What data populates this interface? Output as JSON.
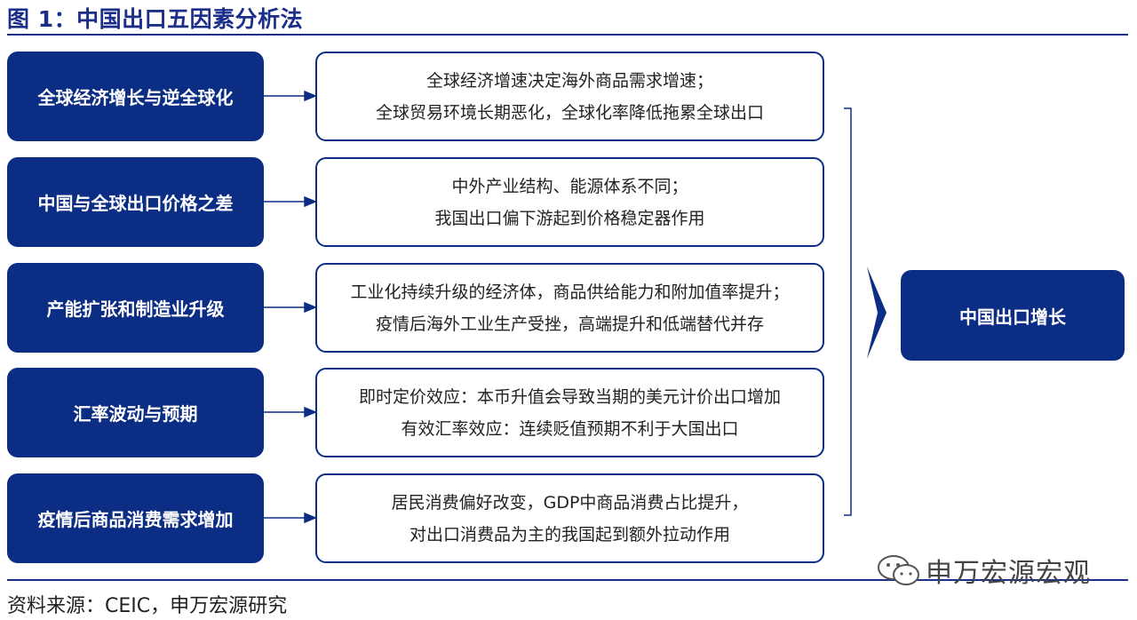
{
  "figure": {
    "title": "图 1：中国出口五因素分析法",
    "source": "资料来源：CEIC，申万宏源研究",
    "watermark": "申万宏源宏观"
  },
  "factors": [
    {
      "label": "全球经济增长与逆全球化",
      "desc": [
        "全球经济增速决定海外商品需求增速；",
        "全球贸易环境长期恶化，全球化率降低拖累全球出口"
      ]
    },
    {
      "label": "中国与全球出口价格之差",
      "desc": [
        "中外产业结构、能源体系不同；",
        "我国出口偏下游起到价格稳定器作用"
      ]
    },
    {
      "label": "产能扩张和制造业升级",
      "desc": [
        "工业化持续升级的经济体，商品供给能力和附加值率提升；",
        "疫情后海外工业生产受挫，高端提升和低端替代并存"
      ]
    },
    {
      "label": "汇率波动与预期",
      "desc": [
        "即时定价效应：本币升值会导致当期的美元计价出口增加",
        "有效汇率效应：连续贬值预期不利于大国出口"
      ]
    },
    {
      "label": "疫情后商品消费需求增加",
      "desc": [
        "居民消费偏好改变，GDP中商品消费占比提升，",
        "对出口消费品为主的我国起到额外拉动作用"
      ]
    }
  ],
  "result": {
    "label": "中国出口增长"
  },
  "colors": {
    "primary": "#0c2d84",
    "title": "#1b2f8a"
  }
}
